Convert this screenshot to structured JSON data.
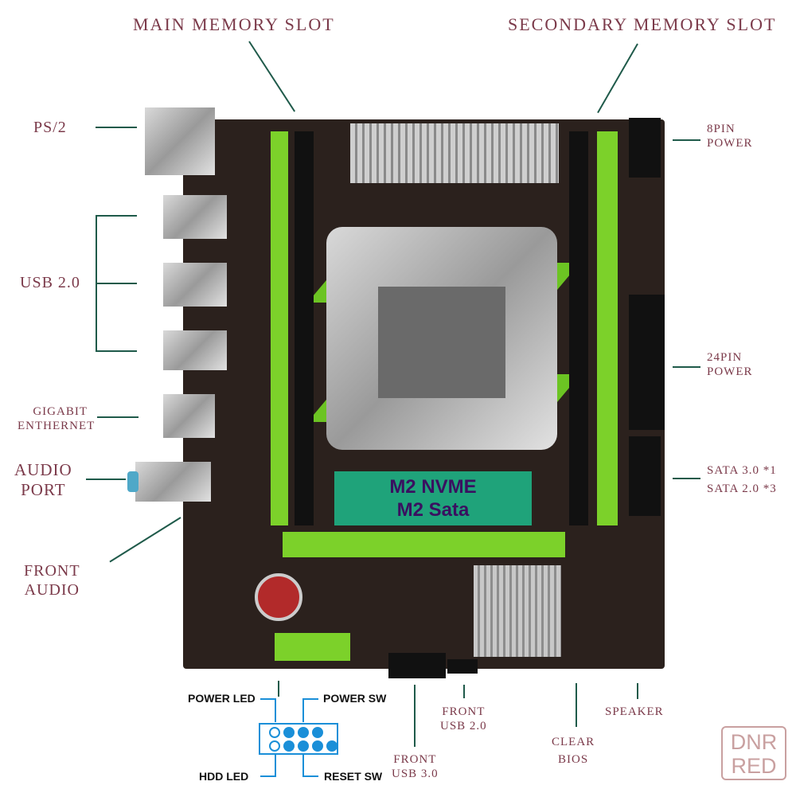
{
  "labels": {
    "main_memory": "MAIN MEMORY SLOT",
    "secondary_memory": "SECONDARY MEMORY SLOT",
    "ps2": "PS/2",
    "usb20": "USB 2.0",
    "gigabit_1": "GIGABIT",
    "gigabit_2": "ENTHERNET",
    "audio_1": "AUDIO",
    "audio_2": "PORT",
    "front_audio_1": "FRONT",
    "front_audio_2": "AUDIO",
    "pin8_1": "8PIN",
    "pin8_2": "POWER",
    "pin24_1": "24PIN",
    "pin24_2": "POWER",
    "sata_1": "SATA 3.0 *1",
    "sata_2": "SATA 2.0 *3",
    "front_usb3_1": "FRONT",
    "front_usb3_2": "USB 3.0",
    "front_usb2_1": "FRONT",
    "front_usb2_2": "USB 2.0",
    "clear_bios_1": "CLEAR",
    "clear_bios_2": "BIOS",
    "speaker": "SPEAKER"
  },
  "m2": {
    "line1": "M2 NVME",
    "line2": "M2 Sata"
  },
  "panel_header": {
    "power_led": "POWER LED",
    "power_sw": "POWER SW",
    "hdd_led": "HDD LED",
    "reset_sw": "RESET SW"
  },
  "watermark": {
    "line1": "DNR",
    "line2": "RED"
  },
  "colors": {
    "label": "#7b3a4a",
    "slot_green": "#7cd12a",
    "m2": "#1fa37a",
    "pin_blue": "#1a8fd8"
  }
}
